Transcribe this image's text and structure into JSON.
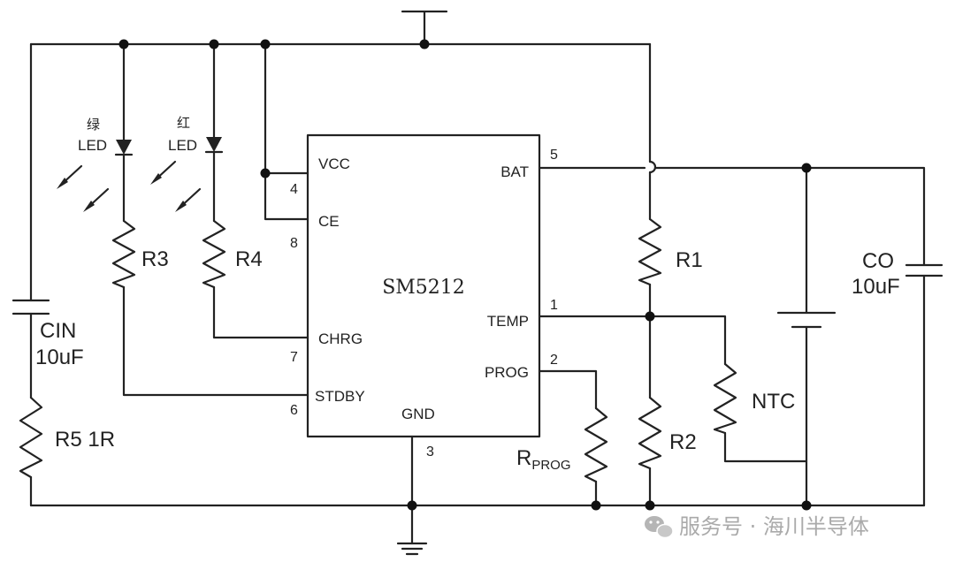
{
  "chip": {
    "name": "SM5212"
  },
  "pins": {
    "vcc": {
      "label": "VCC",
      "num": "4"
    },
    "ce": {
      "label": "CE",
      "num": "8"
    },
    "chrg": {
      "label": "CHRG",
      "num": "7"
    },
    "stdby": {
      "label": "STDBY",
      "num": "6"
    },
    "gnd": {
      "label": "GND",
      "num": "3"
    },
    "bat": {
      "label": "BAT",
      "num": "5"
    },
    "temp": {
      "label": "TEMP",
      "num": "1"
    },
    "prog": {
      "label": "PROG",
      "num": "2"
    }
  },
  "components": {
    "led_green": {
      "color_cn": "绿",
      "type": "LED"
    },
    "led_red": {
      "color_cn": "红",
      "type": "LED"
    },
    "r3": "R3",
    "r4": "R4",
    "r1": "R1",
    "r2": "R2",
    "ntc": "NTC",
    "rprog": {
      "main": "R",
      "sub": "PROG"
    },
    "cin": {
      "name": "CIN",
      "value": "10uF"
    },
    "co": {
      "name": "CO",
      "value": "10uF"
    },
    "r5": "R5 1R"
  },
  "watermark": {
    "text": "服务号 · 海川半导体"
  }
}
